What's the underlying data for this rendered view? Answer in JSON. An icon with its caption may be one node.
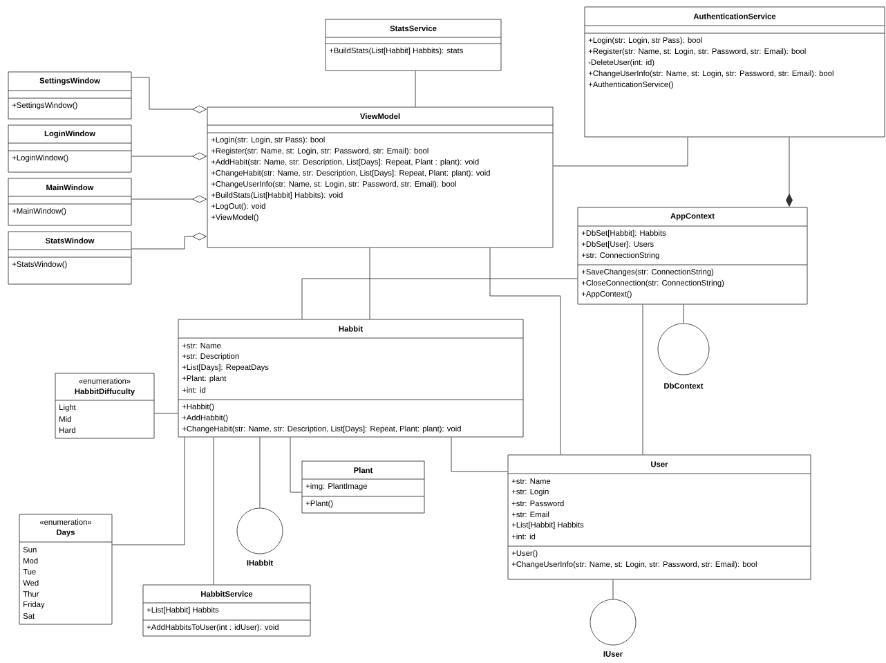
{
  "diagram": {
    "nodes": [
      {
        "text": [
          "StatsService",
          "+BuildStats(List[Habbit] Habbits): stats"
        ]
      },
      {
        "text": [
          "AuthenticationService",
          "+Login(str: Login, str Pass): bool",
          "+Register(str: Name, st: Login, str: Password, str: Email): bool",
          "-DeleteUser(int: id)",
          "+ChangeUserInfo(str: Name, st: Login, str: Password, str: Email): bool",
          "+AuthenticationService()"
        ]
      },
      {
        "text": [
          "SettingsWindow",
          "+SettingsWindow()"
        ]
      },
      {
        "text": [
          "ViewModel",
          "+Login(str: Login, str Pass): bool",
          "+Register(str: Name, st: Login, str: Password, str: Email): bool",
          "+AddHabit(str: Name, str: Description, List[Days]: Repeat, Plant : plant): void",
          "+ChangeHabit(str: Name, str: Description, List[Days]: Repeat, Plant: plant): void",
          "+ChangeUserInfo(str: Name, st: Login, str: Password, str: Email): bool",
          "+BuildStats(List[Habbit] Habbits): void",
          "+LogOut(): void",
          "+ViewModel()"
        ]
      },
      {
        "text": [
          "LoginWindow",
          "+LoginWindow()"
        ]
      },
      {
        "text": [
          "MainWindow",
          "+MainWindow()"
        ]
      },
      {
        "text": [
          "StatsWindow",
          "+StatsWindow()"
        ]
      },
      {
        "text": [
          "AppContext",
          "+DbSet[Habbit]: Habbits",
          "+DbSet[User]: Users",
          "+str: ConnectionString",
          "+SaveChanges(str: ConnectionString)",
          "+CloseConnection(str: ConnectionString)",
          "+AppContext()"
        ]
      },
      {
        "text": [
          "Habbit",
          "+str: Name",
          "+str: Description",
          "+List[Days]: RepeatDays",
          "+Plant: plant",
          "+int: id",
          "+Habbit()",
          "+AddHabbit()",
          "+ChangeHabit(str: Name, str: Description, List[Days]: Repeat, Plant: plant): void"
        ]
      },
      {
        "text": [
          "DbContext"
        ]
      },
      {
        "text": [
          "«enumeration»",
          "HabbitDiffuculty",
          "Light",
          "Mid",
          "Hard"
        ]
      },
      {
        "text": [
          "Plant",
          "+img: PlantImage",
          "+Plant()"
        ]
      },
      {
        "text": [
          "User",
          "+str: Name",
          "+str: Login",
          "+str: Password",
          "+str: Email",
          "+List[Habbit] Habbits",
          "+int: id",
          "+User()",
          "+ChangeUserInfo(str: Name, st: Login, str: Password, str: Email): bool"
        ]
      },
      {
        "text": [
          "IHabbit"
        ]
      },
      {
        "text": [
          "«enumeration»",
          "Days",
          "Sun",
          "Mod",
          "Tue",
          "Wed",
          "Thur",
          "Friday",
          "Sat"
        ]
      },
      {
        "text": [
          "HabbitService",
          "+List[Habbit] Habbits",
          "+AddHabbitsToUser(int : idUser): void"
        ]
      },
      {
        "text": [
          "IUser"
        ]
      }
    ],
    "edges": [
      {
        "from": 2,
        "to": 3,
        "arrow": "other"
      },
      {
        "from": 4,
        "to": 3,
        "arrow": "other"
      },
      {
        "from": 5,
        "to": 3,
        "arrow": "other"
      },
      {
        "from": 6,
        "to": 3,
        "arrow": "other"
      },
      {
        "from": 0,
        "to": 3,
        "arrow": "none"
      },
      {
        "from": 3,
        "to": 1,
        "arrow": "none"
      },
      {
        "from": 1,
        "to": 7,
        "arrow": "other"
      },
      {
        "from": 3,
        "to": 8,
        "arrow": "none"
      },
      {
        "from": 7,
        "to": 8,
        "arrow": "none"
      },
      {
        "from": 3,
        "to": 12,
        "arrow": "none"
      },
      {
        "from": 7,
        "to": 12,
        "arrow": "none"
      },
      {
        "from": 7,
        "to": 9,
        "arrow": "none"
      },
      {
        "from": 10,
        "to": 8,
        "arrow": "none"
      },
      {
        "from": 8,
        "to": 14,
        "arrow": "none"
      },
      {
        "from": 8,
        "to": 15,
        "arrow": "none"
      },
      {
        "from": 8,
        "to": 13,
        "arrow": "none"
      },
      {
        "from": 8,
        "to": 11,
        "arrow": "none"
      },
      {
        "from": 8,
        "to": 12,
        "arrow": "none"
      },
      {
        "from": 12,
        "to": 16,
        "arrow": "none"
      }
    ]
  }
}
